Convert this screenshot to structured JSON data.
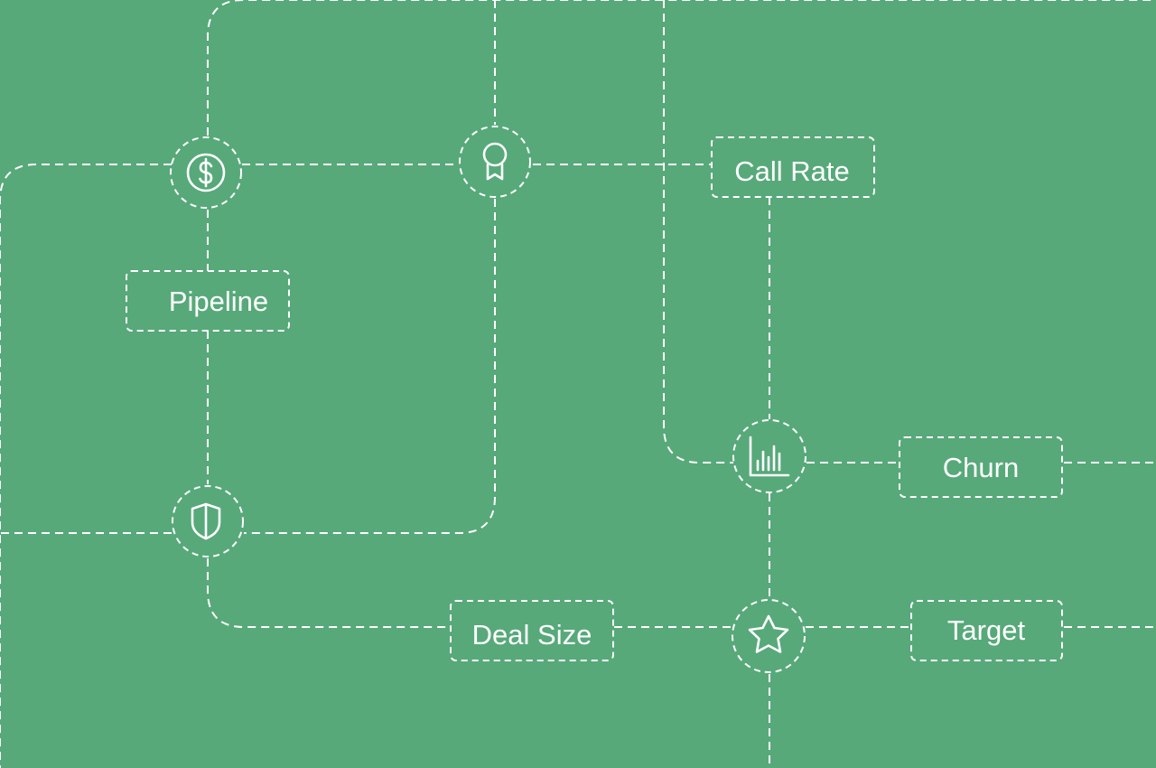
{
  "colors": {
    "background": "#57a97a",
    "stroke": "#ffffff"
  },
  "labels": {
    "pipeline": "Pipeline",
    "call_rate": "Call Rate",
    "churn": "Churn",
    "deal_size": "Deal Size",
    "target": "Target"
  },
  "icons": [
    "dollar-icon",
    "award-ribbon-icon",
    "shield-icon",
    "bar-chart-icon",
    "star-icon"
  ]
}
